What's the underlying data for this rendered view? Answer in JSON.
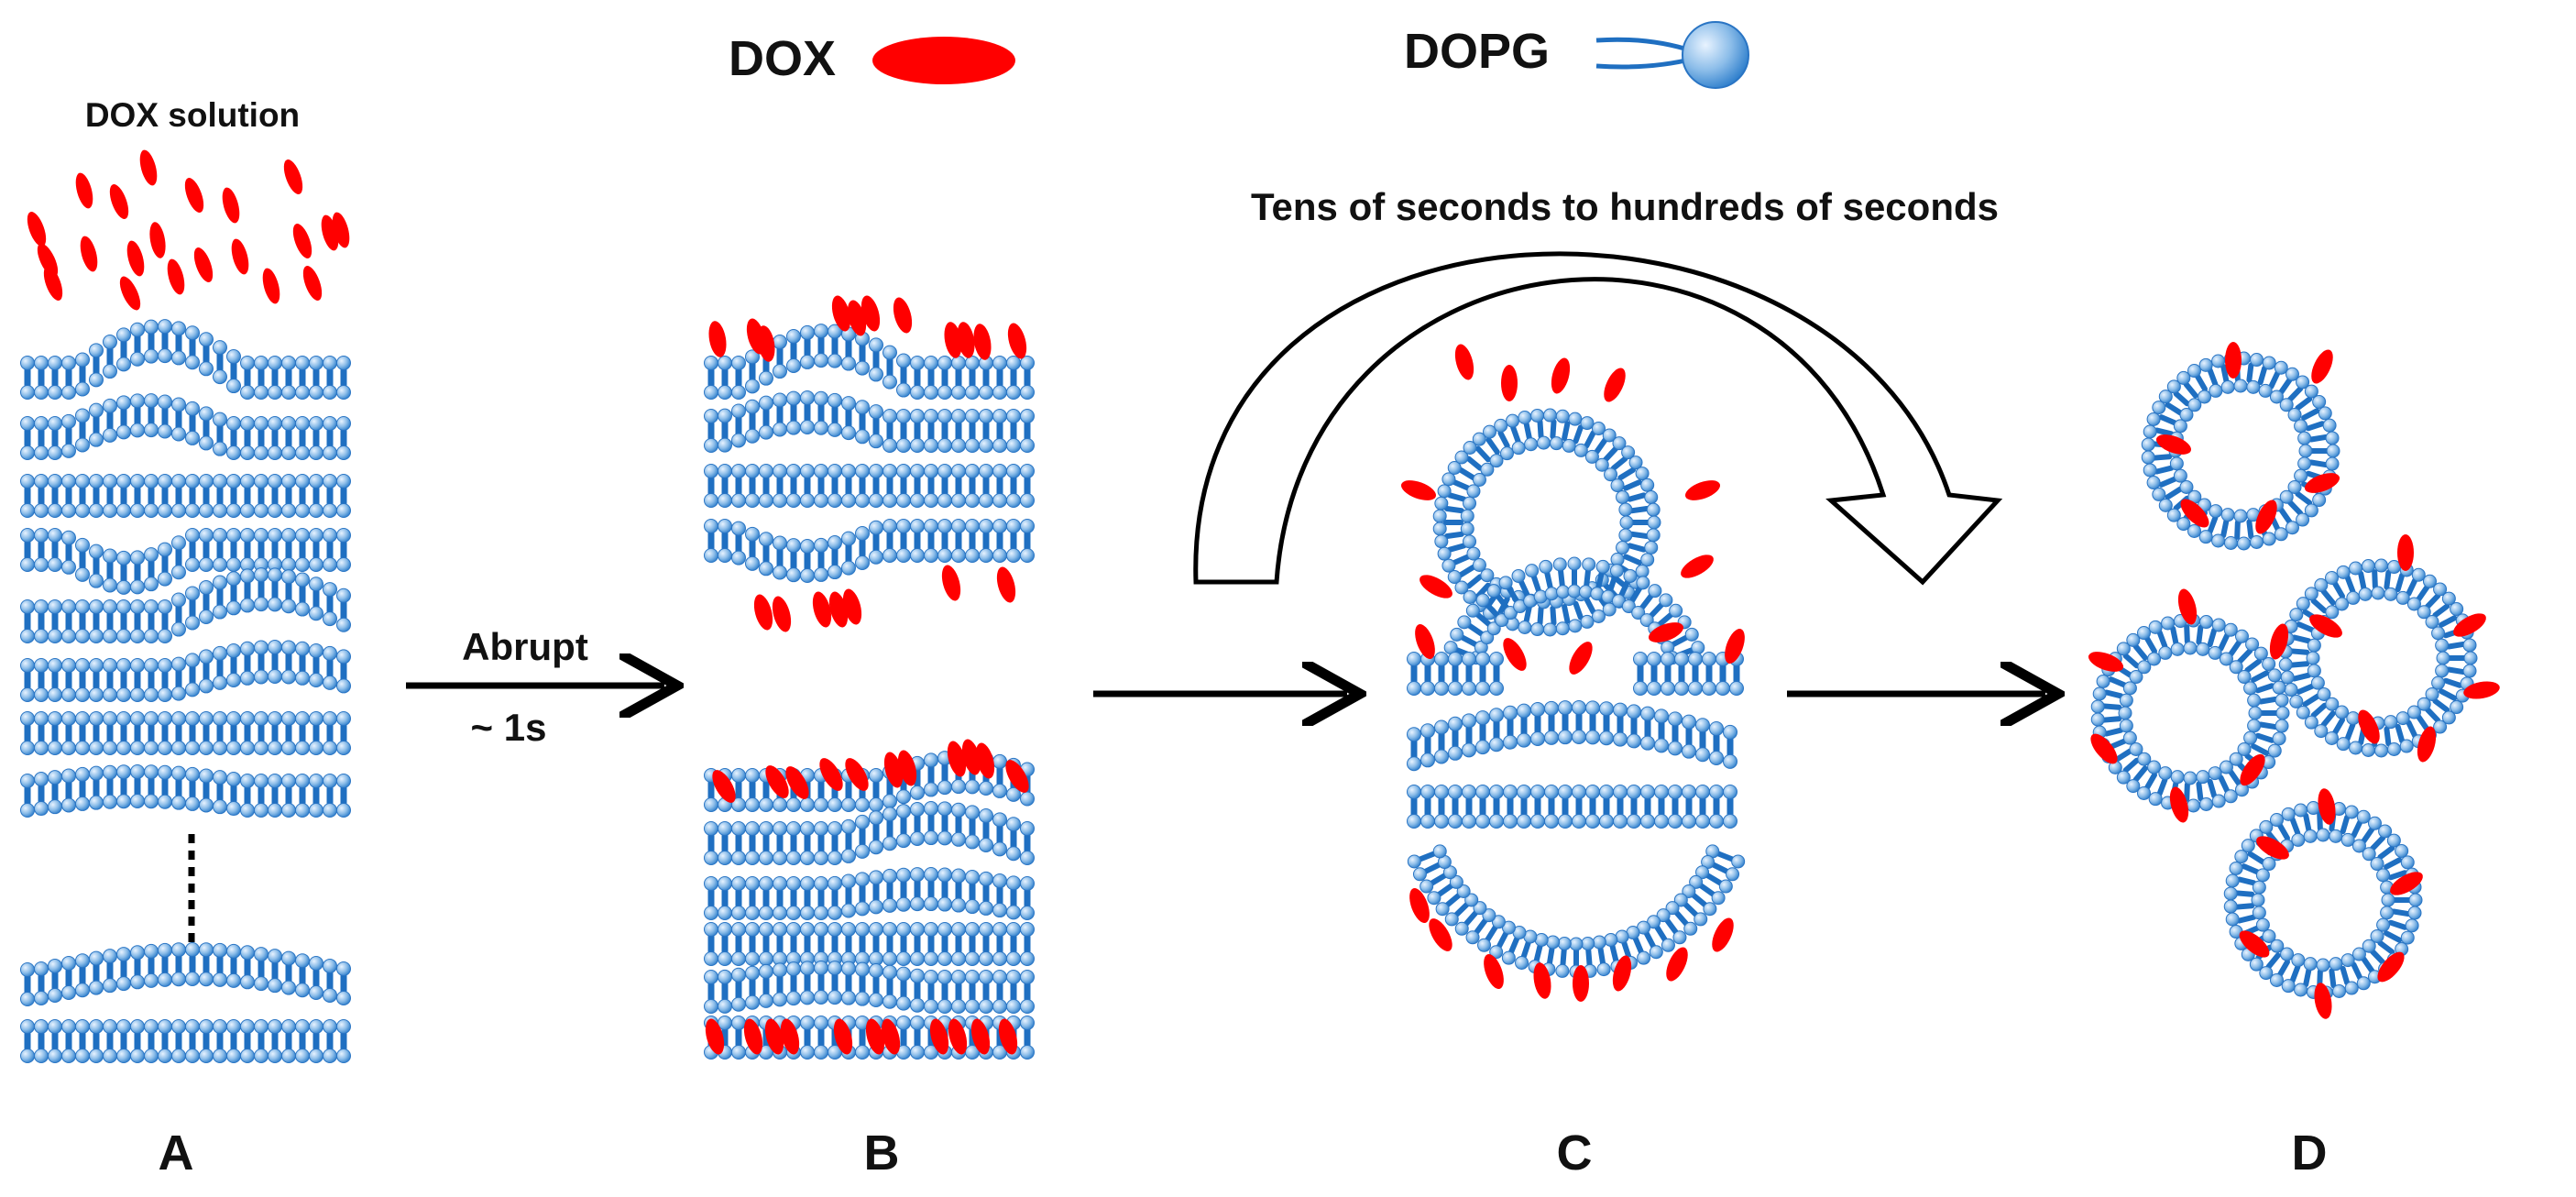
{
  "legend": {
    "dox_label": "DOX",
    "dopg_label": "DOPG",
    "dox_color": "#ff0000",
    "lipid_head_color": "#7fb4e3",
    "lipid_tail_color": "#1f6fc1",
    "lipid_head_stroke": "#2a75c4"
  },
  "annotations": {
    "dox_solution": "DOX solution",
    "abrupt": "Abrupt",
    "time_fast": "~ 1s",
    "time_slow": "Tens of seconds to hundreds of seconds"
  },
  "panels": [
    {
      "letter": "A"
    },
    {
      "letter": "B"
    },
    {
      "letter": "C"
    },
    {
      "letter": "D"
    }
  ]
}
